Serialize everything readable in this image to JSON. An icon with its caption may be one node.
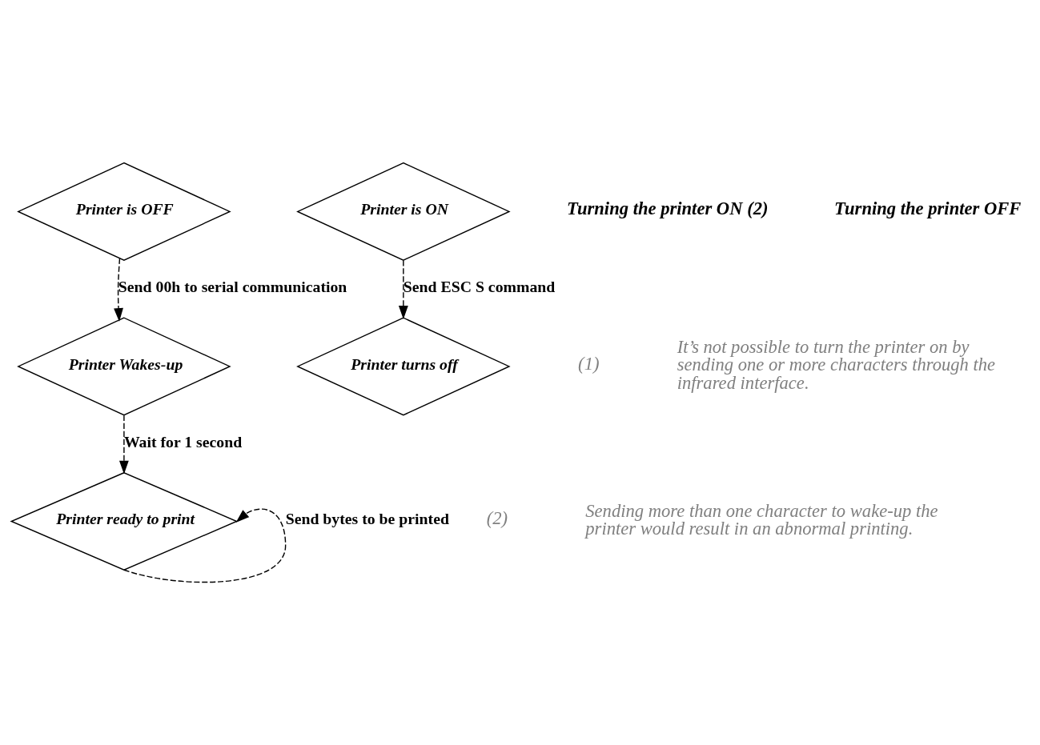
{
  "diagram": {
    "nodes": [
      {
        "text": [
          "Printer is OFF"
        ]
      },
      {
        "text": [
          "Printer Wakes-up"
        ]
      },
      {
        "text": [
          "Printer ready to print"
        ]
      },
      {
        "text": [
          "Printer is ON"
        ]
      },
      {
        "text": [
          "Printer turns off"
        ]
      }
    ],
    "edges": [
      {
        "from": 0,
        "to": 1,
        "arrow": "to",
        "label": "Send 00h to serial communication",
        "style": "dashed"
      },
      {
        "from": 1,
        "to": 2,
        "arrow": "to",
        "label": "Wait for 1 second",
        "style": "dashed"
      },
      {
        "from": 2,
        "to": 2,
        "arrow": "to",
        "label": "Send bytes to be printed",
        "style": "dashed"
      },
      {
        "from": 3,
        "to": 4,
        "arrow": "to",
        "label": "Send ESC S command",
        "style": "dashed"
      }
    ],
    "labels": [
      "Turning the printer ON (2)",
      "Turning the printer OFF",
      "(1)",
      "It’s not possible to turn the printer on by sending one or more characters through the infrared interface.",
      "(2)",
      "Sending more than one character to wake-up the printer would result in an abnormal printing."
    ]
  }
}
